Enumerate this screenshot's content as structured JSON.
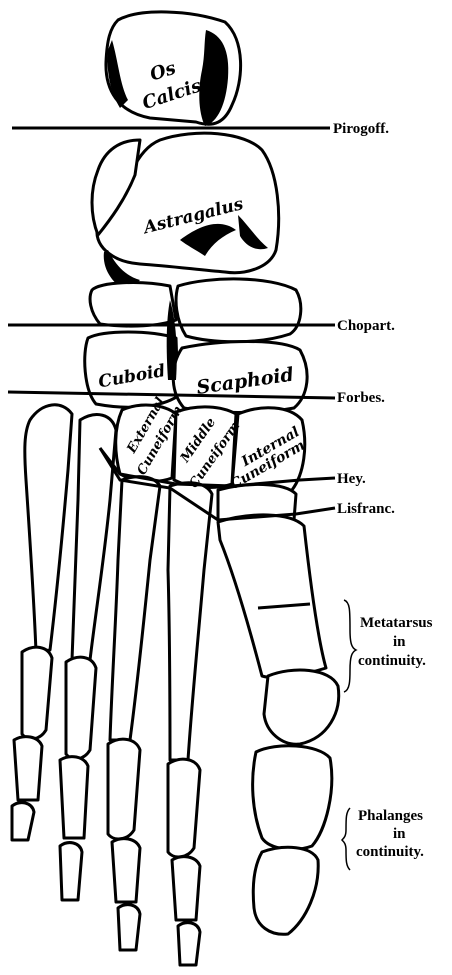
{
  "bones": {
    "os_calcis_line1": "Os",
    "os_calcis_line2": "Calcis",
    "astragalus": "Astragalus",
    "cuboid": "Cuboid",
    "scaphoid": "Scaphoid",
    "external_cuneiform_line1": "External",
    "external_cuneiform_line2": "Cuneiform",
    "middle_cuneiform_line1": "Middle",
    "middle_cuneiform_line2": "Cuneiform",
    "internal_cuneiform_line1": "Internal",
    "internal_cuneiform_line2": "Cuneiform"
  },
  "amputations": {
    "pirogoff": "Pirogoff.",
    "chopart": "Chopart.",
    "forbes": "Forbes.",
    "hey": "Hey.",
    "lisfranc": "Lisfranc."
  },
  "regions": {
    "metatarsus_line1": "Metatarsus",
    "metatarsus_line2": "in",
    "metatarsus_line3": "continuity.",
    "phalanges_line1": "Phalanges",
    "phalanges_line2": "in",
    "phalanges_line3": "continuity."
  },
  "colors": {
    "ink": "#000000",
    "paper": "#ffffff"
  }
}
